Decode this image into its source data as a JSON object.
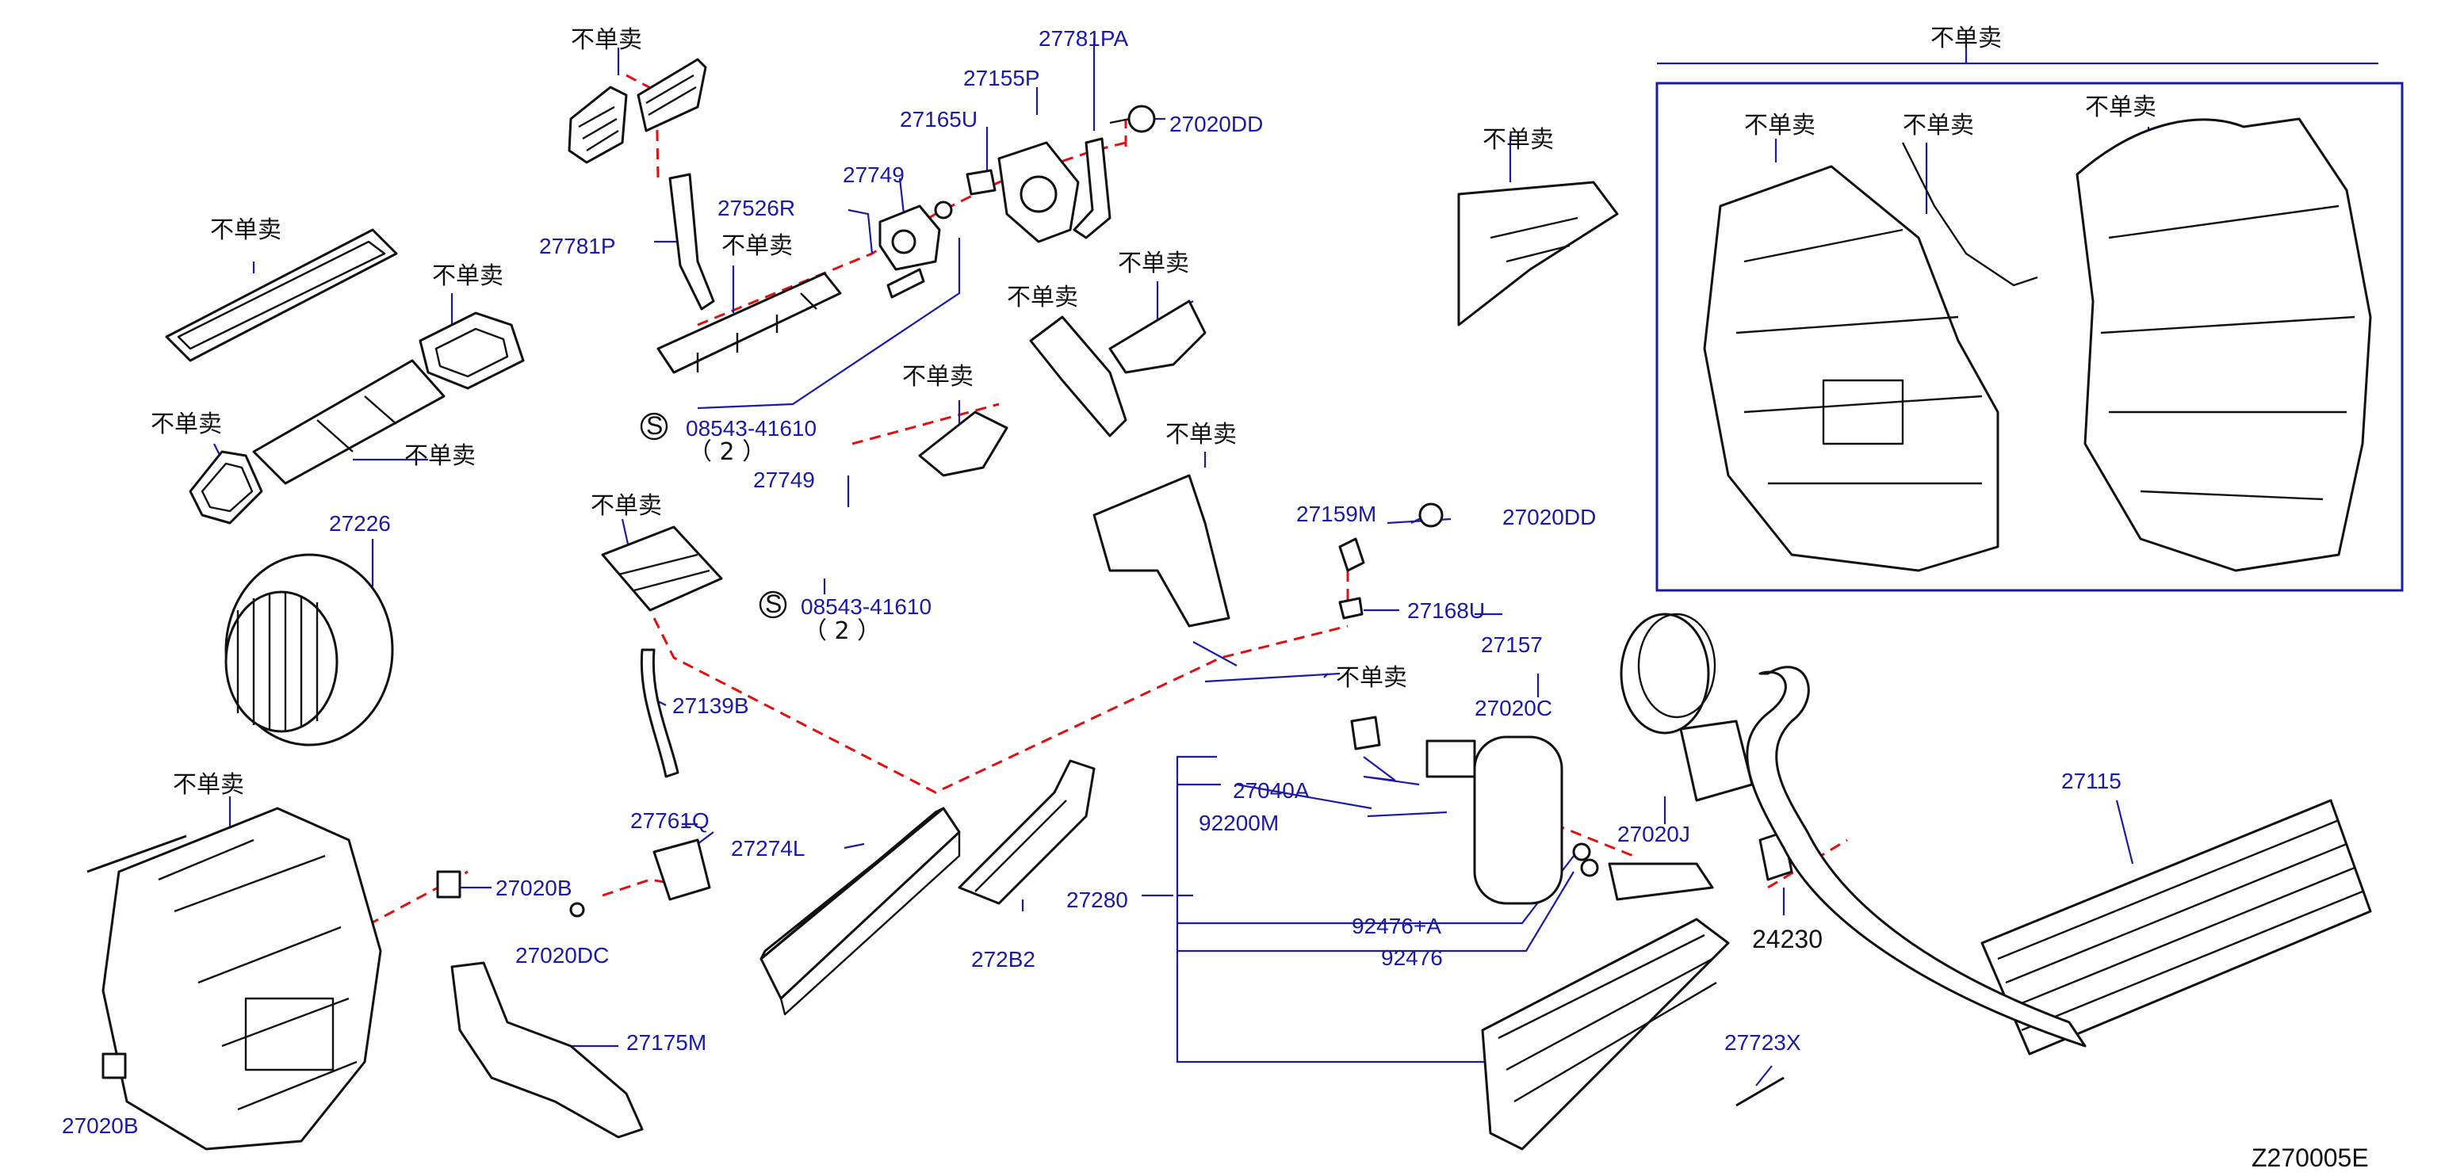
{
  "diagram": {
    "ref_code": "Z270005E",
    "not_sold_text": "不单卖",
    "labels": {
      "p27781PA": "27781PA",
      "p27155P": "27155P",
      "p27165U": "27165U",
      "p27020DD_a": "27020DD",
      "p27749_a": "27749",
      "p27526R": "27526R",
      "p27781P": "27781P",
      "p08543_a": "08543-41610",
      "qty_a": "（ 2 ）",
      "p27749_b": "27749",
      "p08543_b": "08543-41610",
      "qty_b": "（ 2 ）",
      "p27226": "27226",
      "p27139B": "27139B",
      "p27761Q": "27761Q",
      "p27274L": "27274L",
      "p27020B_a": "27020B",
      "p27020DC": "27020DC",
      "p27020B_b": "27020B",
      "p27175M": "27175M",
      "p272B2": "272B2",
      "p27280": "27280",
      "p27159M": "27159M",
      "p27020DD_b": "27020DD",
      "p27168U": "27168U",
      "p27157": "27157",
      "p27020C": "27020C",
      "p27040A": "27040A",
      "p92200M": "92200M",
      "p27020J": "27020J",
      "p92476A": "92476+A",
      "p92476": "92476",
      "p24230": "24230",
      "p27723X": "27723X",
      "p27115": "27115"
    },
    "s_symbol": "S"
  }
}
